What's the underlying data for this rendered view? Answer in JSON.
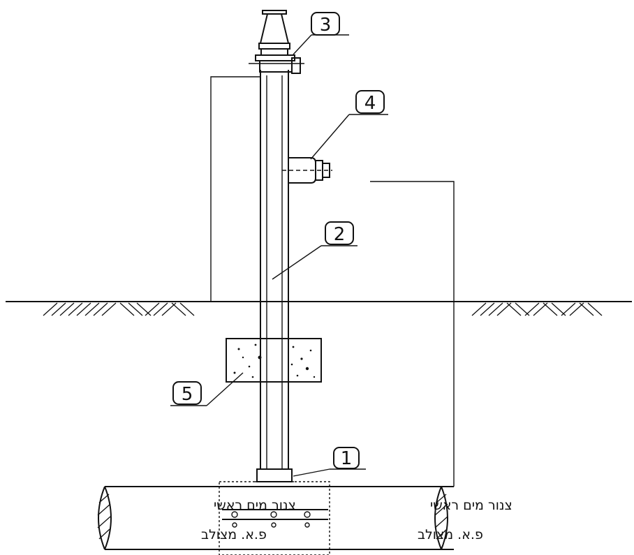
{
  "callouts": {
    "c1": "1",
    "c2": "2",
    "c3": "3",
    "c4": "4",
    "c5": "5"
  },
  "pipe_labels": {
    "left_line1": "צנור מים ראשי",
    "left_line2": "פ.א. מצולב",
    "right_line1": "צנור מים ראשי",
    "right_line2": "פ.א. מצולב"
  },
  "colors": {
    "ink": "#111111",
    "paper": "#ffffff"
  }
}
